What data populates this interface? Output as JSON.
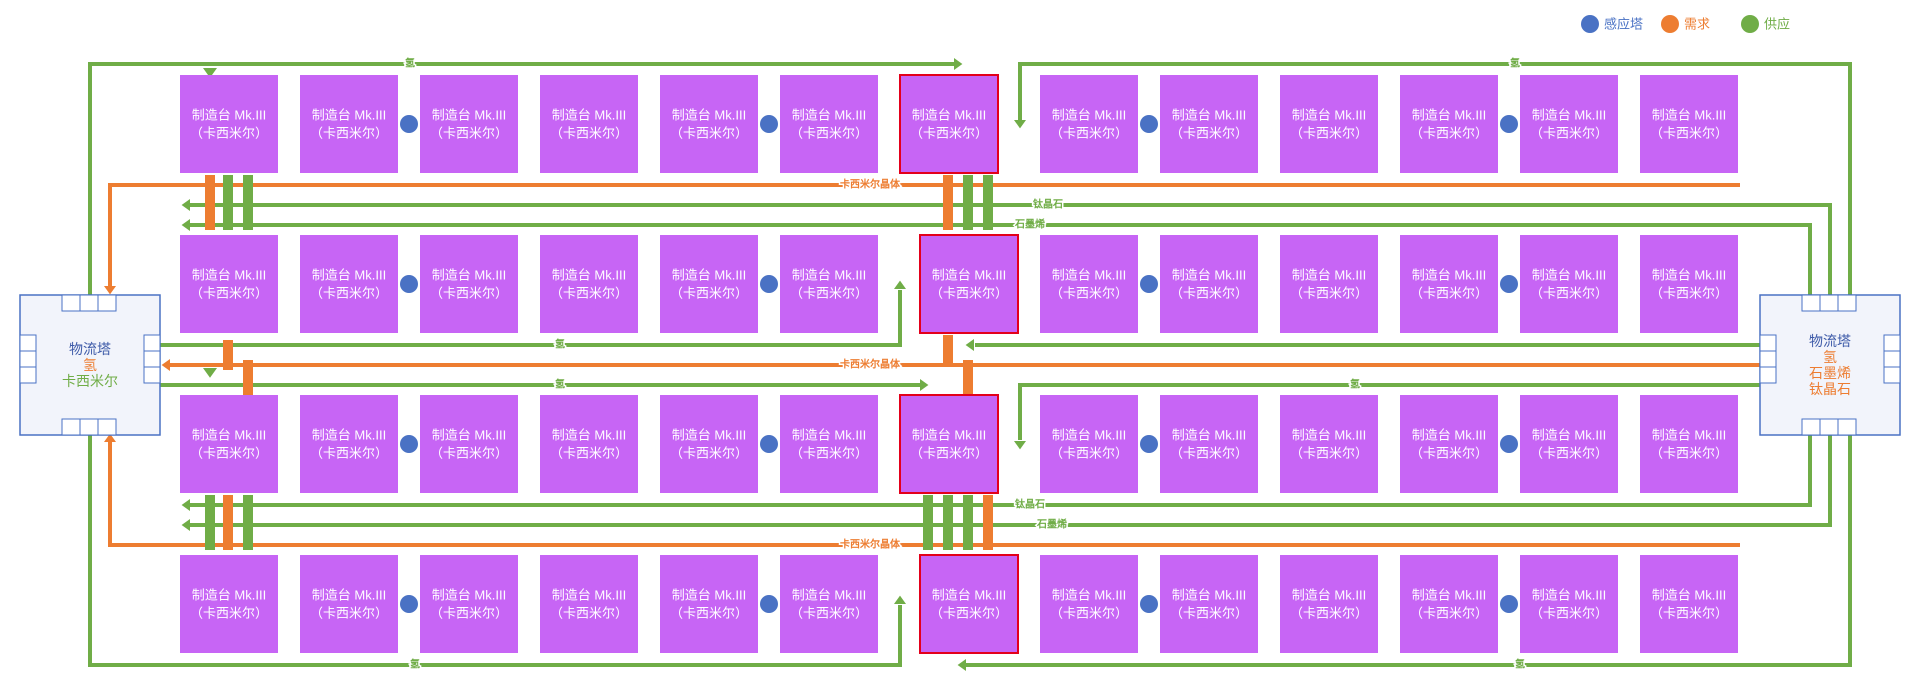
{
  "legend": [
    {
      "label": "感应塔",
      "color": "#4a72c4"
    },
    {
      "label": "需求",
      "color": "#ed7d31"
    },
    {
      "label": "供应",
      "color": "#70ad47"
    }
  ],
  "colors": {
    "machine_fill": "#c765f5",
    "machine_text": "#ffffff",
    "highlight_border": "#e3001b",
    "supply": "#70ad47",
    "demand": "#ed7d31",
    "beacon": "#4a72c4",
    "tower_fill": "#f2f4fb",
    "tower_border": "#4a72c4",
    "tower_title": "#3d5aa8"
  },
  "machine": {
    "line1": "制造台 Mk.III",
    "line2": "（卡西米尔）"
  },
  "left_tower": {
    "title": "物流塔",
    "lines": [
      {
        "text": "氢",
        "color": "#ed7d31"
      },
      {
        "text": "卡西米尔",
        "color": "#70ad47"
      }
    ]
  },
  "right_tower": {
    "title": "物流塔",
    "lines": [
      {
        "text": "氢",
        "color": "#ed7d31"
      },
      {
        "text": "石墨烯",
        "color": "#ed7d31"
      },
      {
        "text": "钛晶石",
        "color": "#ed7d31"
      }
    ]
  },
  "belt_labels": {
    "hydrogen": "氢",
    "crystal": "卡西米尔晶体",
    "titanium": "钛晶石",
    "graphene": "石墨烯"
  }
}
